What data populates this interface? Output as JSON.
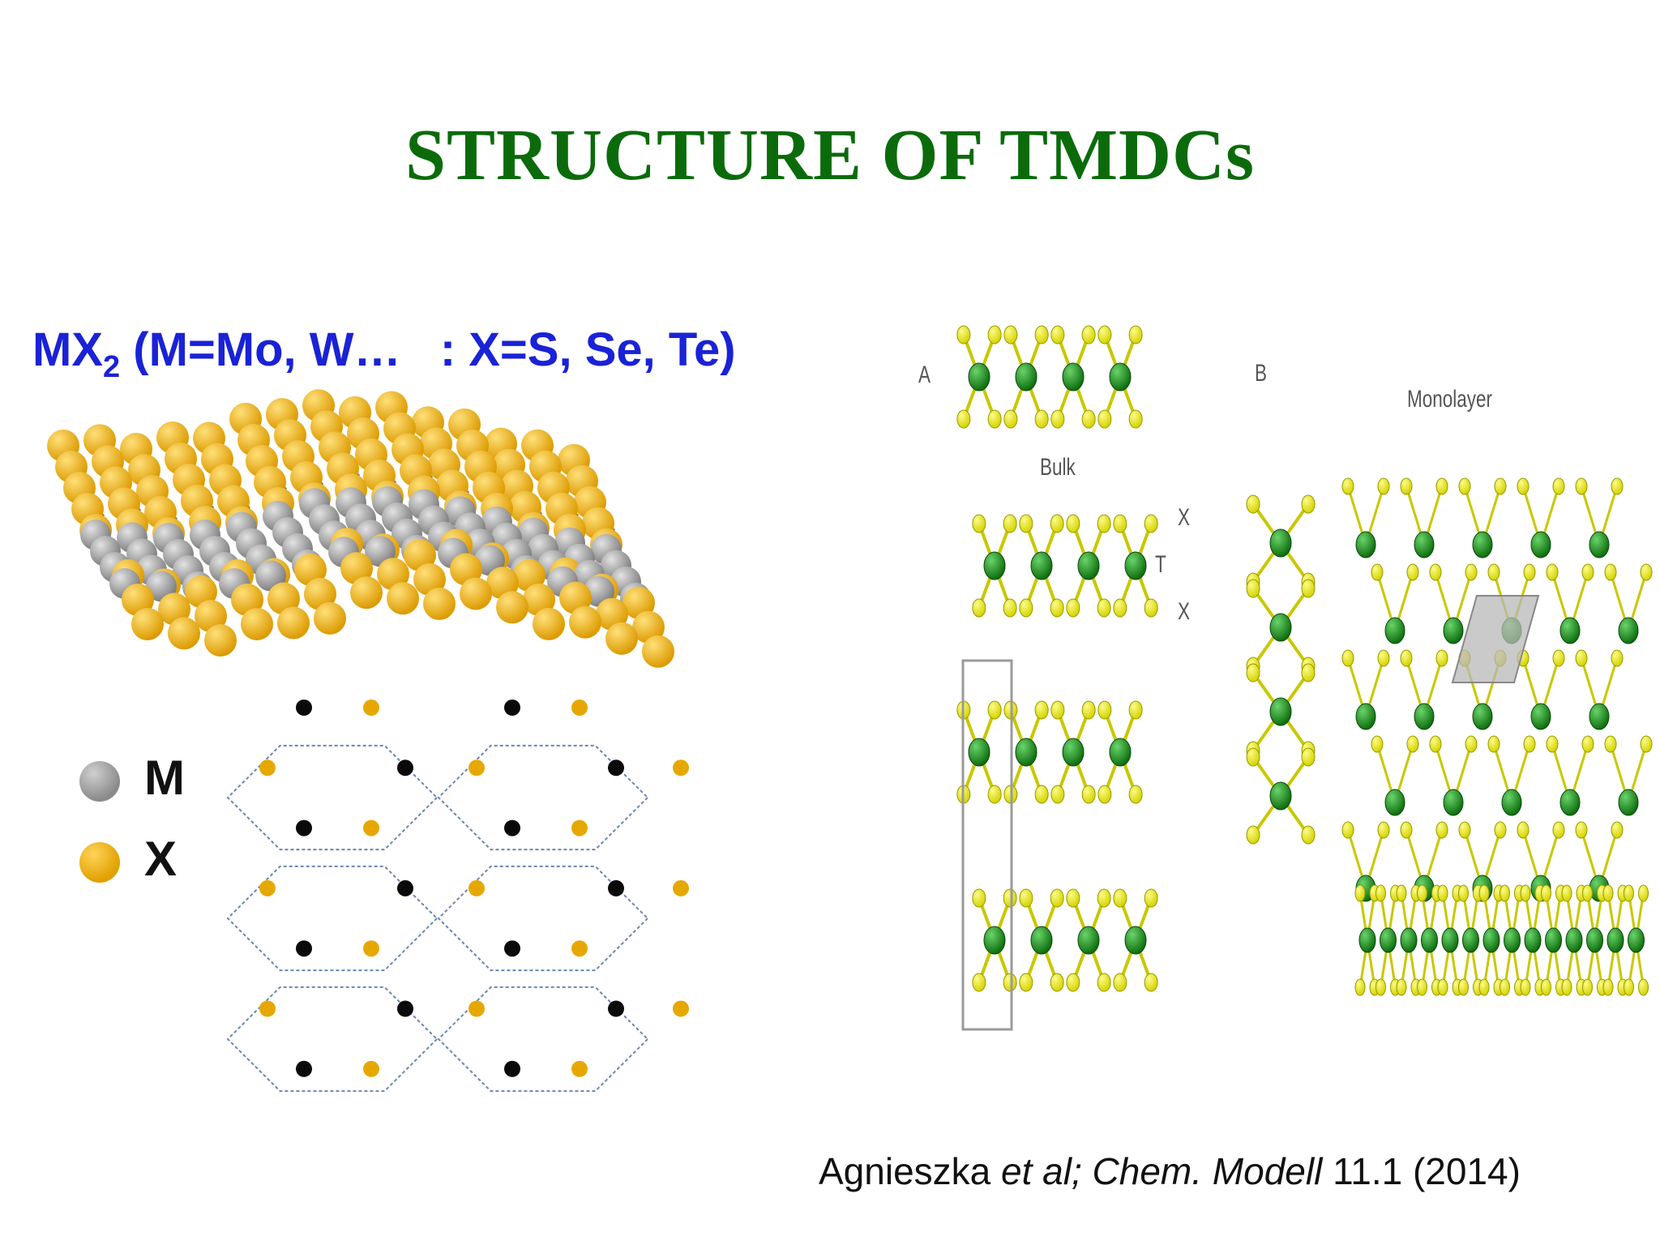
{
  "title": "STRUCTURE OF TMDCs",
  "formula": {
    "prefix": "MX",
    "subscript": "2",
    "rest": " (M=Mo, W…   : X=S, Se, Te)"
  },
  "legend": {
    "metal": "M",
    "chalcogen": "X"
  },
  "right_panel": {
    "label_a": "A",
    "label_b": "B",
    "bulk": "Bulk",
    "monolayer": "Monolayer",
    "x_top": "X",
    "t_mid": "T",
    "x_bottom": "X"
  },
  "citation": {
    "author": "Agnieszka ",
    "etal": "et al; Chem. Modell",
    "ref": " 11.1 (2014)"
  },
  "colors": {
    "title_green": "#0b6b0b",
    "formula_blue": "#1a22d6",
    "chalcogen_gold": "#e6a800",
    "metal_gray": "#9a9a9a",
    "s_yellow": "#e8e620",
    "mo_green": "#1f8a1f"
  }
}
